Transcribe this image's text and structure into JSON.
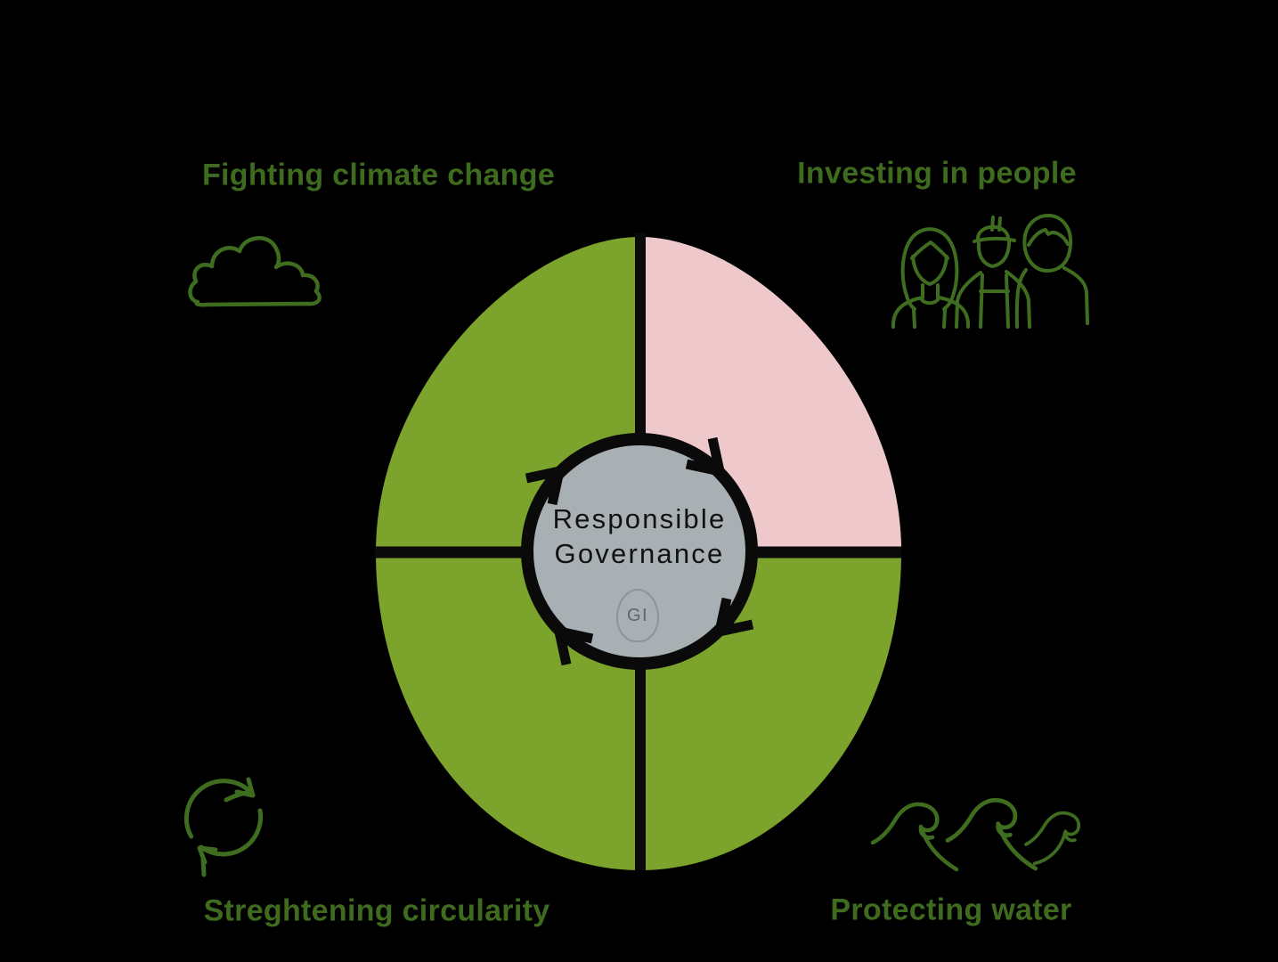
{
  "diagram": {
    "quadrants": [
      {
        "position": "top-left",
        "label": "Fighting climate change",
        "fill": "#7CA32B",
        "icon": "cloud-icon"
      },
      {
        "position": "top-right",
        "label": "Investing in people",
        "fill": "#EFC8CC",
        "icon": "people-icon"
      },
      {
        "position": "bottom-left",
        "label": "Streghtening circularity",
        "fill": "#7CA32B",
        "icon": "recycle-arrows-icon"
      },
      {
        "position": "bottom-right",
        "label": "Protecting water",
        "fill": "#7CA32B",
        "icon": "waves-icon"
      }
    ],
    "center": {
      "line1": "Responsible",
      "line2": "Governance",
      "badge": "GI"
    },
    "flow_direction": "clockwise",
    "colors": {
      "background": "#000000",
      "egg_green": "#7CA32B",
      "people_pink": "#EFC8CC",
      "center_gray": "#A9B0B4",
      "outline_black": "#0A0A0A",
      "label_green": "#3E6B1E",
      "icon_green": "#3F6D1F",
      "badge_gray": "#5D666A"
    }
  }
}
